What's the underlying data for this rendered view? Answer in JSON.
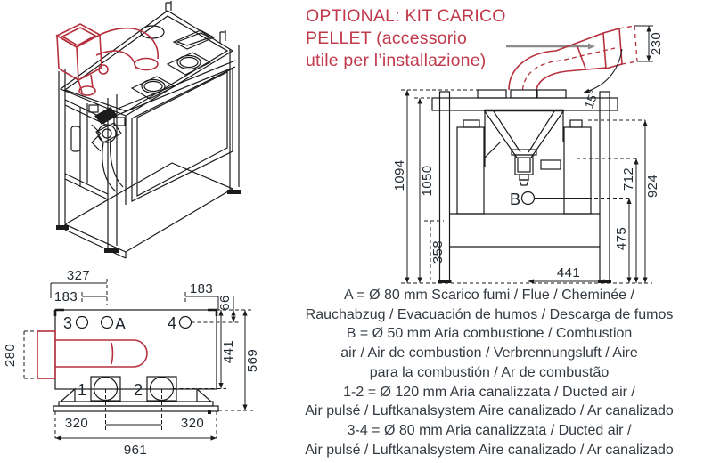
{
  "note": {
    "lines": [
      "OPTIONAL: KIT CARICO",
      "PELLET (accessorio",
      "utile per l’installazione)"
    ]
  },
  "legend": {
    "lines": [
      "A = Ø 80 mm Scarico fumi / Flue / Cheminée /",
      "Rauchabzug / Evacuación de humos / Descarga de fumos",
      "B = Ø 50 mm Aria combustione / Combustion",
      "air / Air de combustion / Verbrennungsluft / Aire",
      "para la combustión / Ar de combustão",
      "1-2 = Ø 120 mm Aria canalizzata / Ducted air /",
      "Air pulsé / Luftkanalsystem Aire canalizado / Ar  canalizado",
      "3-4 = Ø 80 mm Aria canalizzata / Ducted air /",
      "Air pulsé / Luftkanalsystem Aire canalizado / Ar  canalizado"
    ]
  },
  "rear_view": {
    "labels": {
      "b": "B",
      "angle": "15°"
    },
    "dims": {
      "d230": "230",
      "d1094": "1094",
      "d1050": "1050",
      "d358": "358",
      "d712": "712",
      "d924": "924",
      "d475": "475",
      "d441": "441"
    }
  },
  "plan_view": {
    "labels": {
      "n1": "1",
      "n2": "2",
      "n3": "3",
      "n4": "4",
      "a": "A"
    },
    "dims": {
      "d327": "327",
      "d183_left": "183",
      "d183_right": "183",
      "d66": "66",
      "d280": "280",
      "d441": "441",
      "d569": "569",
      "d320_left": "320",
      "d320_right": "320",
      "d961": "961"
    }
  },
  "colors": {
    "accent_red": "#b6303e",
    "note_red": "#c13a4c",
    "line_black": "#1b1b1b",
    "dim_text": "#232b32",
    "leader_gray": "#8c8c8c",
    "background": "#ffffff"
  }
}
